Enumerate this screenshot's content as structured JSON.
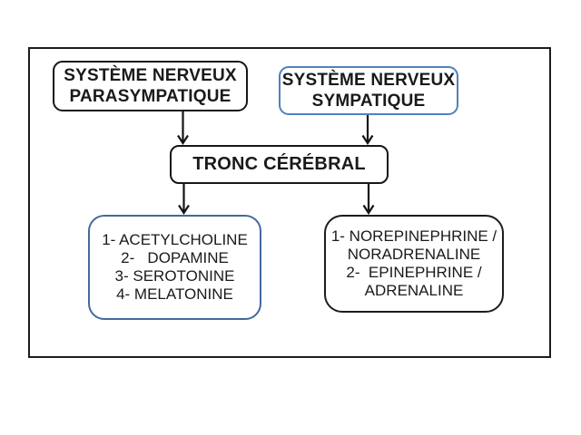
{
  "diagram": {
    "nodes": {
      "parasympathetic": {
        "lines": [
          "SYSTÈME NERVEUX",
          "PARASYMPATIQUE"
        ]
      },
      "sympathetic": {
        "lines": [
          "SYSTÈME NERVEUX",
          "SYMPATIQUE"
        ]
      },
      "brainstem": {
        "label": "TRONC CÉRÉBRAL"
      },
      "parasympathetic_neurotransmitters": {
        "lines": [
          "1- ACETYLCHOLINE",
          "2-   DOPAMINE",
          "3- SEROTONINE",
          "4- MELATONINE"
        ]
      },
      "sympathetic_neurotransmitters": {
        "lines": [
          "1- NOREPINEPHRINE /",
          "NORADRENALINE",
          "2-  EPINEPHRINE /",
          "ADRENALINE"
        ]
      }
    },
    "edges": [
      {
        "from": "parasympathetic",
        "to": "brainstem"
      },
      {
        "from": "sympathetic",
        "to": "brainstem"
      },
      {
        "from": "brainstem",
        "to": "parasympathetic_neurotransmitters"
      },
      {
        "from": "brainstem",
        "to": "sympathetic_neurotransmitters"
      }
    ],
    "colors": {
      "background": "#ffffff",
      "frame_border": "#1c1c1c",
      "black_box_border": "#171717",
      "blue_box_border": "#4f81bd",
      "blue_box_border_dark": "#44699d",
      "text": "#1a1a1a",
      "arrow": "#141414"
    }
  }
}
